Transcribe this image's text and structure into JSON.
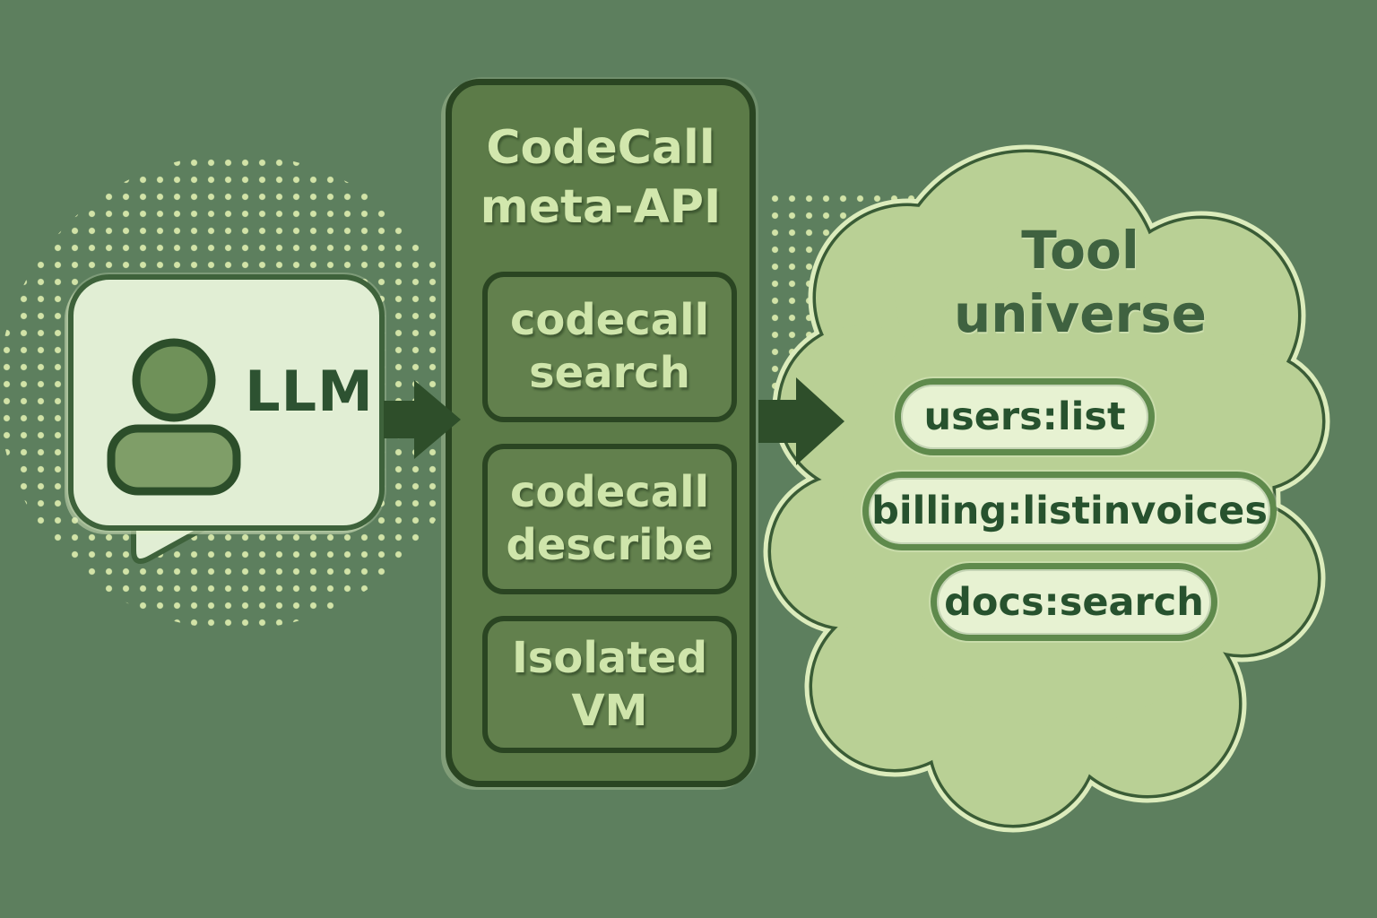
{
  "diagram": {
    "llm": {
      "label": "LLM",
      "icon": "person-icon"
    },
    "meta_api": {
      "title_line1": "CodeCall",
      "title_line2": "meta-API",
      "boxes": [
        {
          "line1": "codecall",
          "line2": "search"
        },
        {
          "line1": "codecall",
          "line2": "describe"
        },
        {
          "line1": "Isolated",
          "line2": "VM"
        }
      ]
    },
    "tool_universe": {
      "title_line1": "Tool",
      "title_line2": "universe",
      "tools": [
        "users:list",
        "billing:listinvoices",
        "docs:search"
      ]
    },
    "colors": {
      "background": "#5d7f5e",
      "halftone_dot": "#d8e9ab",
      "bubble_fill": "#e1eed4",
      "bubble_border": "#3e623b",
      "panel_fill": "#5c7b48",
      "panel_border": "#2a4522",
      "panel_text": "#d2e7ad",
      "cloud_fill": "#b9d095",
      "cloud_outline": "#3a5c36",
      "pill_fill": "#e7f2d2",
      "pill_border": "#5f8a4c",
      "dark_text": "#2a5130",
      "arrow": "#2e4e2a"
    }
  }
}
